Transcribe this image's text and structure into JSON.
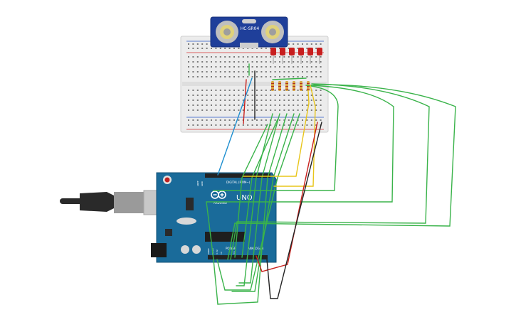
{
  "sensor": {
    "label": "HC-SR04"
  },
  "arduino": {
    "brand": "ARDUINO",
    "model": "UNO",
    "header_digital": "DIGITAL (PWM~)",
    "header_power": "POWER",
    "header_analog": "ANALOG IN",
    "aref": "AREF",
    "gnd": "GND",
    "ioref": "IOREF",
    "reset": "RESET",
    "v33": "3.3V",
    "v5": "5V",
    "vin": "Vin"
  },
  "colors": {
    "board": "#1a6b9a",
    "board_dark": "#145a83",
    "sensor": "#1f3f9a",
    "breadboard": "#ececec",
    "wire_green": "#3ab34a",
    "wire_yellow": "#e8c51a",
    "wire_red": "#c8201c",
    "wire_black": "#222222",
    "wire_blue": "#1e8fd0",
    "led": "#c81e1e"
  }
}
